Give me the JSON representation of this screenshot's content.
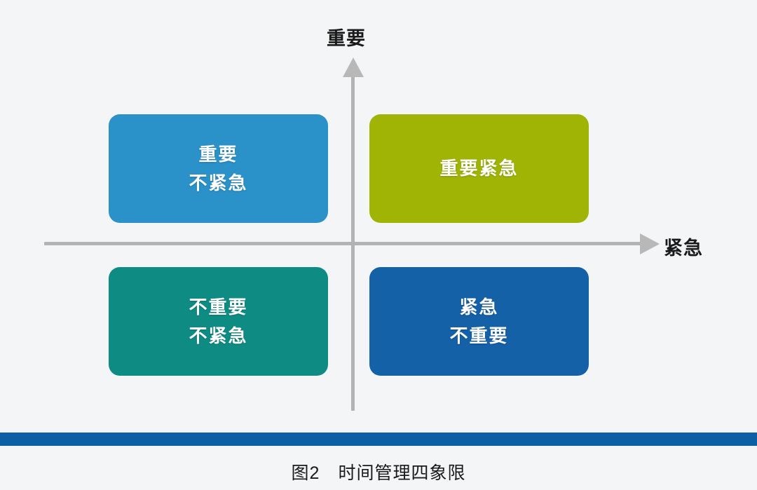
{
  "figure": {
    "background_color": "#f4f5f6",
    "caption": "图2　时间管理四象限",
    "rule_color": "#0c5fa5"
  },
  "axes": {
    "vertical_label": "重要",
    "horizontal_label": "紧急",
    "axis_color": "#b3b3b3",
    "arrow_color": "#b8b8b8"
  },
  "chart_data": {
    "type": "table",
    "title": "图2　时间管理四象限",
    "xlabel": "紧急",
    "ylabel": "重要",
    "grid": false,
    "legend": "none",
    "quadrants": [
      {
        "position": "top-left",
        "urgency": "not-urgent",
        "importance": "important",
        "lines": [
          "重要",
          "不紧急"
        ],
        "color": "#2b91c9"
      },
      {
        "position": "top-right",
        "urgency": "urgent",
        "importance": "important",
        "lines": [
          "重要紧急"
        ],
        "color": "#a0b406"
      },
      {
        "position": "bottom-left",
        "urgency": "not-urgent",
        "importance": "not-important",
        "lines": [
          "不重要",
          "不紧急"
        ],
        "color": "#0e8c84"
      },
      {
        "position": "bottom-right",
        "urgency": "urgent",
        "importance": "not-important",
        "lines": [
          "紧急",
          "不重要"
        ],
        "color": "#1461a8"
      }
    ]
  }
}
